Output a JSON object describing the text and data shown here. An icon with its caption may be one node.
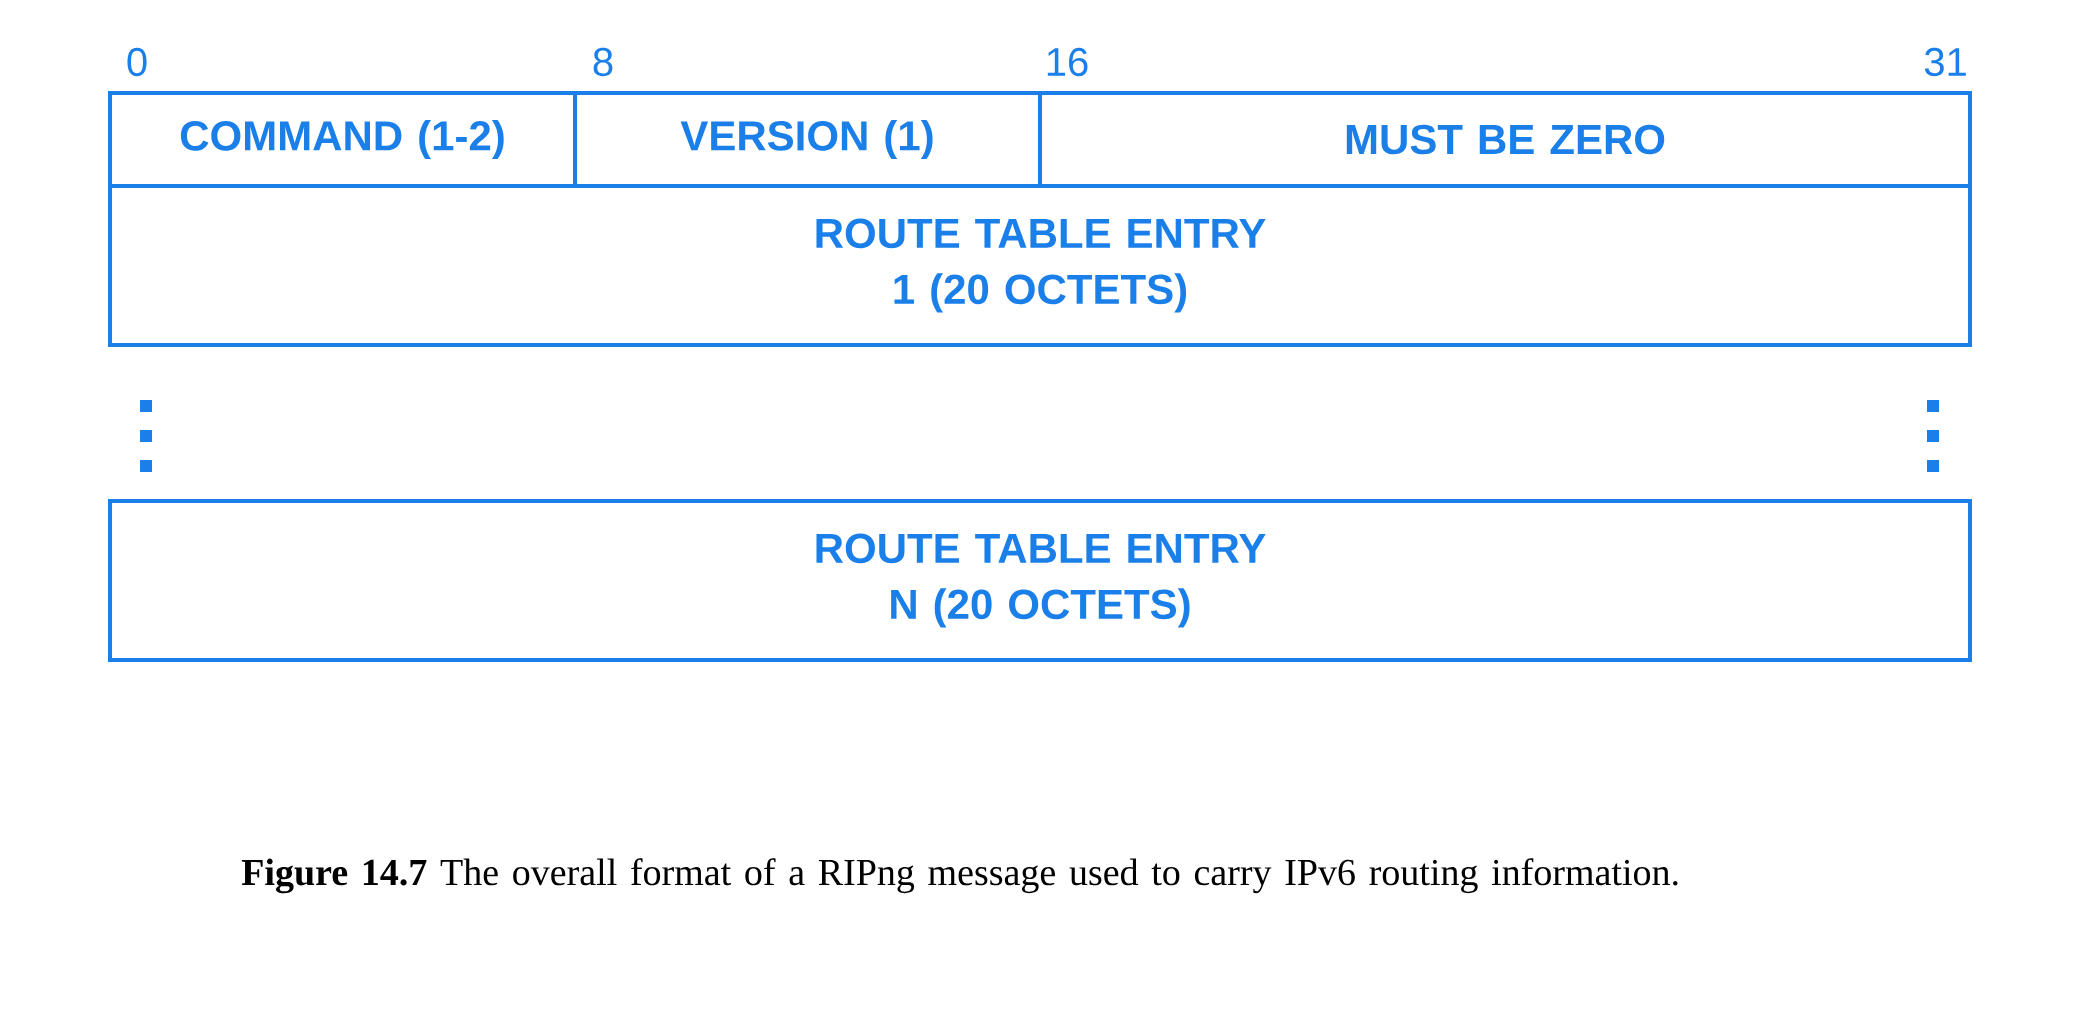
{
  "diagram": {
    "caption": "**Figure 14.7** The overall format of a RIPng message used to carry IPv6 routing information.",
    "nodes": [
      {
        "text": [
          "COMMAND (1-2)"
        ]
      },
      {
        "text": [
          "VERSION (1)"
        ]
      },
      {
        "text": [
          "MUST BE ZERO"
        ]
      },
      {
        "text": [
          "ROUTE TABLE ENTRY 1 (20 OCTETS)"
        ]
      },
      {
        "text": [
          "ROUTE TABLE ENTRY N (20 OCTETS)"
        ]
      }
    ],
    "edges": [],
    "labels": [
      "0",
      "8",
      "16",
      "31"
    ]
  }
}
